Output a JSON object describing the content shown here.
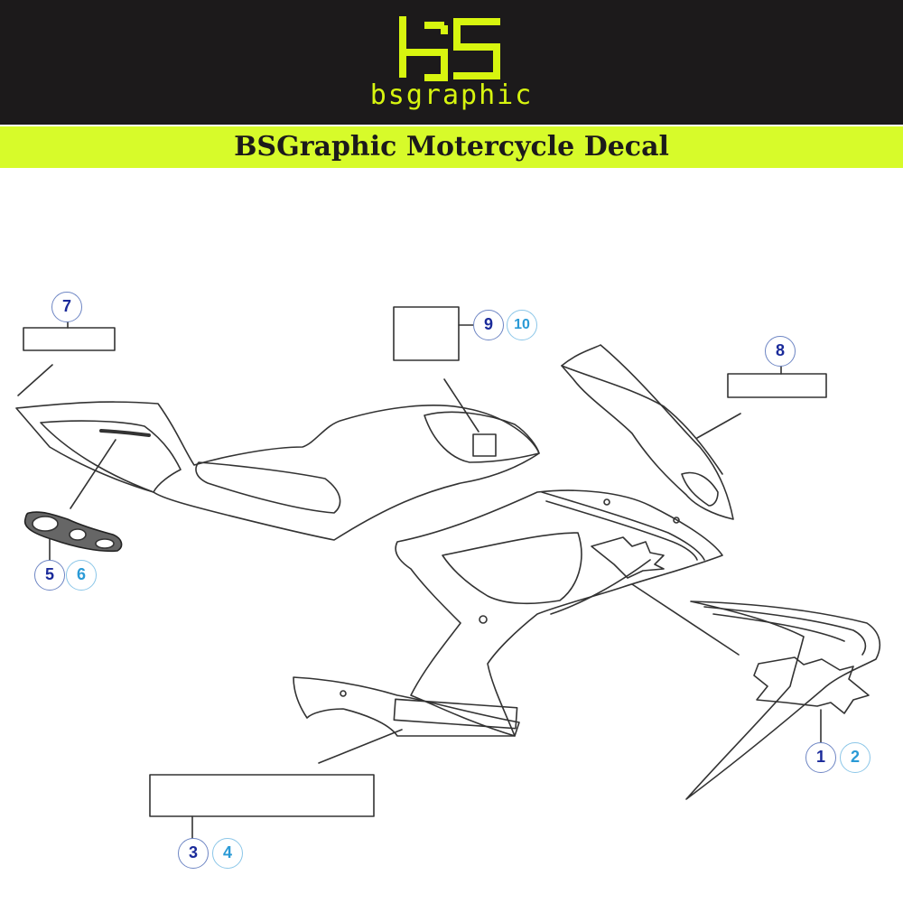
{
  "brand": {
    "logo_glyph_name": "bs-monogram-logo",
    "name": "bsgraphic",
    "accent_color": "#d7f50f",
    "header_color": "#1c1a1b"
  },
  "banner": {
    "title": "BSGraphic  Motercycle Decal",
    "color": "#d7fb2a"
  },
  "callouts": {
    "c1": "1",
    "c2": "2",
    "c3": "3",
    "c4": "4",
    "c5": "5",
    "c6": "6",
    "c7": "7",
    "c8": "8",
    "c9": "9",
    "c10": "10"
  },
  "colors": {
    "callout_dark": "#1a2a9a",
    "callout_light": "#2a9ad6",
    "line_art": "#333333"
  }
}
